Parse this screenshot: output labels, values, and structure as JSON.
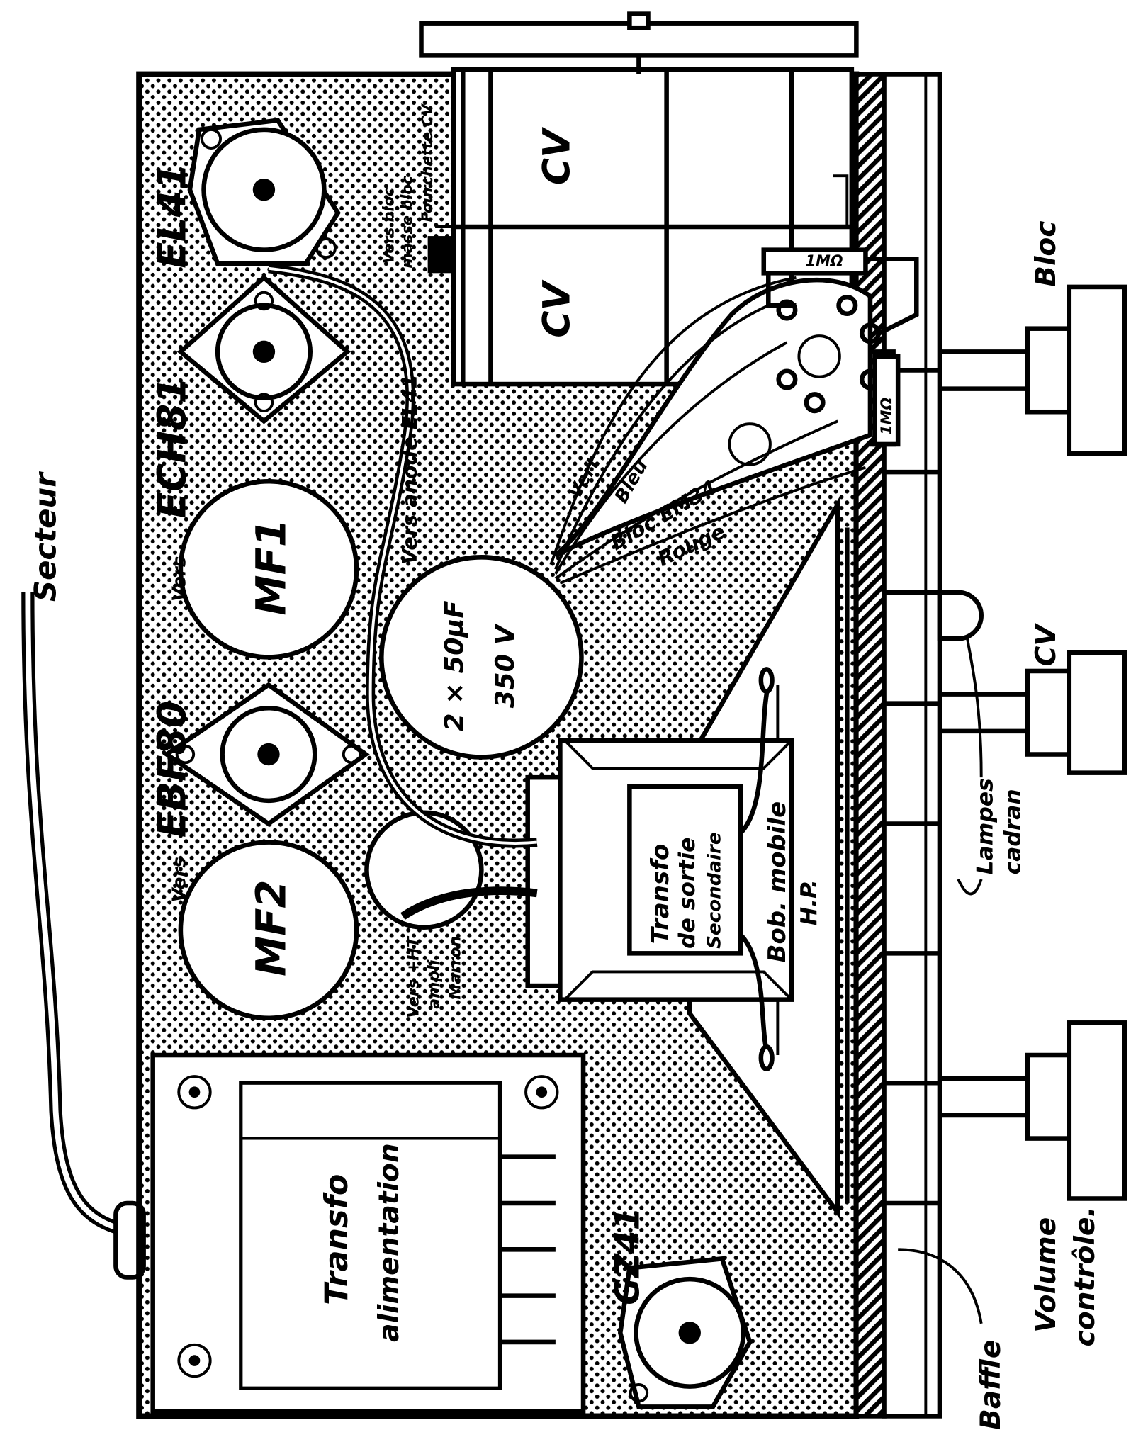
{
  "diagram": {
    "labels": {
      "secteur": "Secteur",
      "el41": "EL41",
      "ech81": "ECH81",
      "ebf80": "EBF80",
      "mf1": "MF1",
      "mf2": "MF2",
      "vers_mf1": "Vers",
      "vers_mf2": "Vers",
      "gz41": "GZ41",
      "transfo_alim_1": "Transfo",
      "transfo_alim_2": "alimentation",
      "condensateur_1": "2 × 50µF",
      "condensateur_2": "350 V",
      "vers_anode": "Vers anode EL41",
      "vers_masse_1": "Vers bloc",
      "vers_masse_2": "masse bloc",
      "fourchette": "Fourchette CV",
      "cv_1": "CV",
      "cv_2": "CV",
      "vert": "Vert",
      "bleu": "Bleu",
      "bloc_em34": "Bloc EM34",
      "rouge": "Rouge",
      "r1": "1MΩ",
      "r2": "1MΩ",
      "bloc": "Bloc",
      "cv_knob": "CV",
      "lampes_1": "Lampes",
      "lampes_2": "cadran",
      "transfo_sortie_1": "Transfo",
      "transfo_sortie_2": "de sortie",
      "secondaire": "Secondaire",
      "bob_mobile": "Bob. mobile",
      "hp": "H.P.",
      "vers_ht_1": "Vers +HT",
      "vers_ht_2": "ampli.",
      "marron": "Marron",
      "baffle": "Baffle",
      "volume_1": "Volume",
      "volume_2": "contrôle."
    },
    "colors": {
      "ink": "#000000",
      "paper": "#ffffff"
    }
  }
}
